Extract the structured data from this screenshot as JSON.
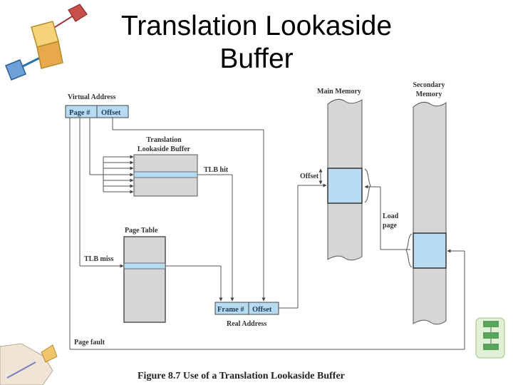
{
  "slide": {
    "title_line1": "Translation Lookaside",
    "title_line2": "Buffer",
    "caption": "Figure 8.7  Use of a Translation Lookaside Buffer"
  },
  "diagram": {
    "virtual_address": "Virtual Address",
    "page_num": "Page #",
    "offset": "Offset",
    "tlb_line1": "Translation",
    "tlb_line2": "Lookaside Buffer",
    "tlb_hit": "TLB hit",
    "tlb_miss": "TLB miss",
    "page_table": "Page Table",
    "main_memory": "Main Memory",
    "secondary_memory_line1": "Secondary",
    "secondary_memory_line2": "Memory",
    "mem_offset": "Offset",
    "load_page_line1": "Load",
    "load_page_line2": "page",
    "frame_num": "Frame #",
    "real_offset": "Offset",
    "real_address": "Real Address",
    "page_fault": "Page fault"
  },
  "colors": {
    "highlight": "#b7dcf2",
    "memory_fill": "#d6d6d6",
    "line": "#555555"
  }
}
